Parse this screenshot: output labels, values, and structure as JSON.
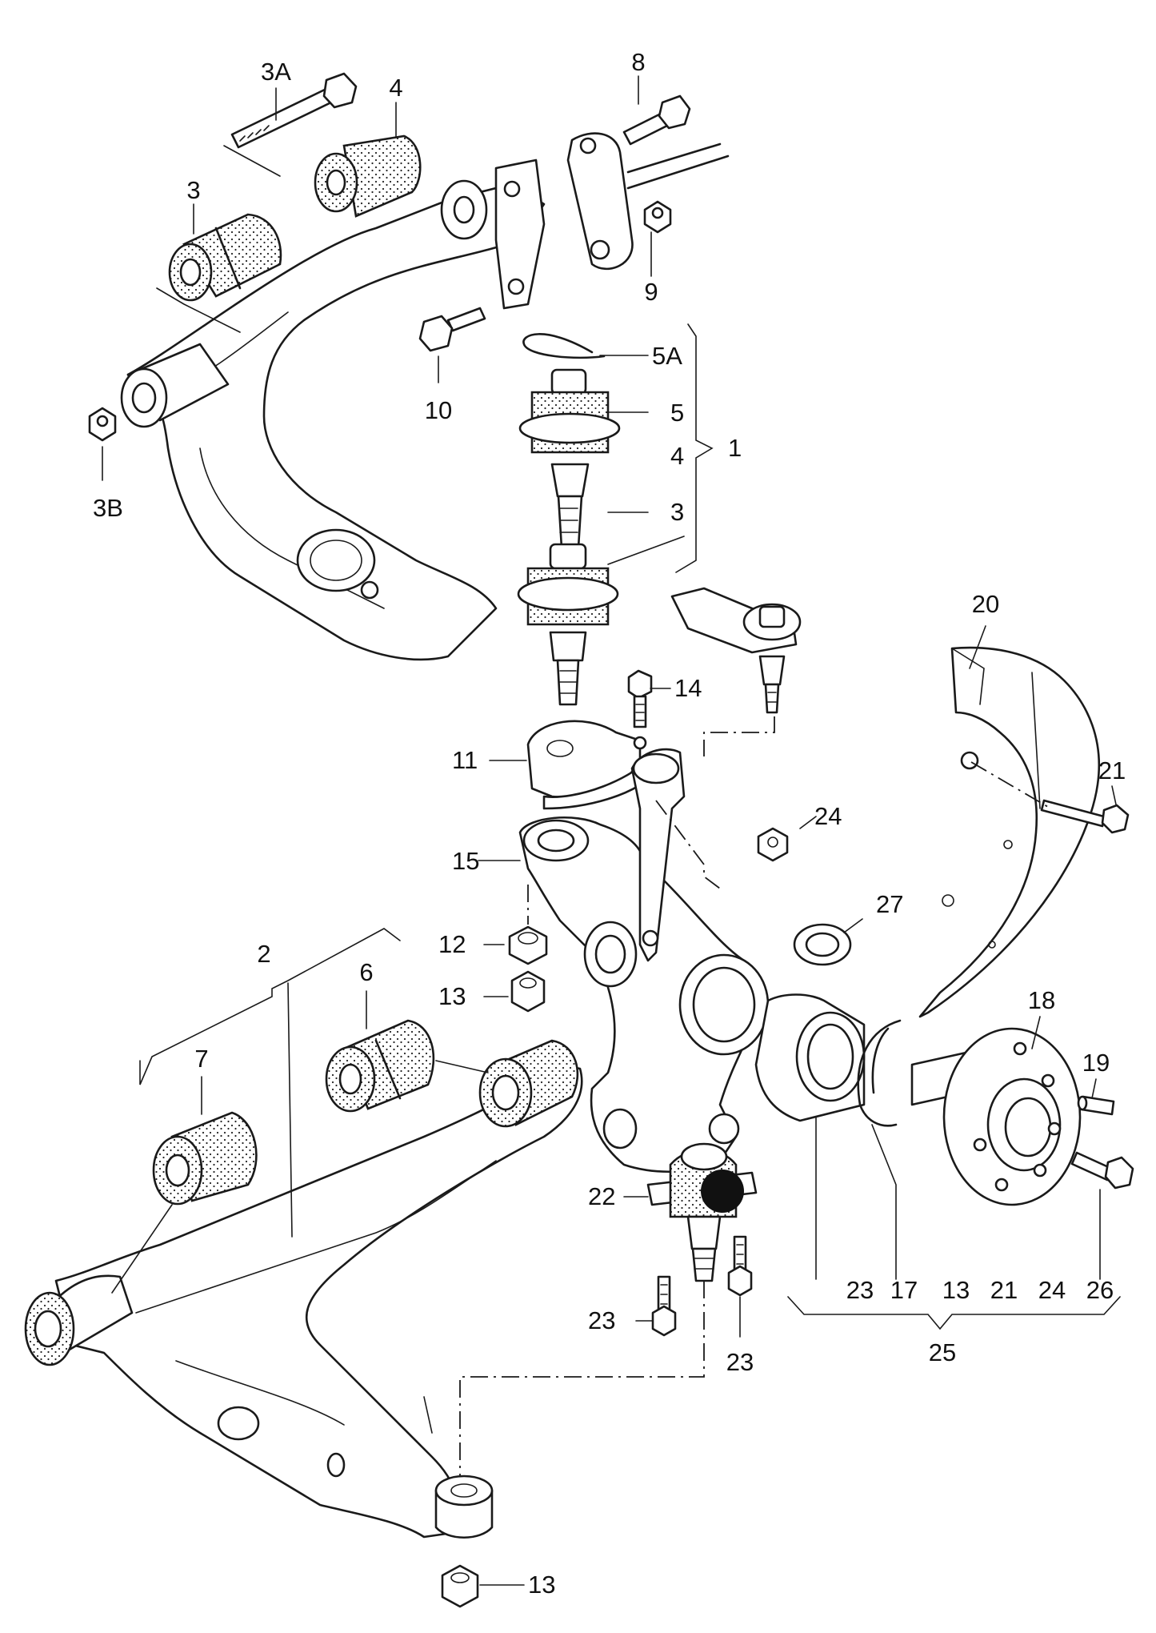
{
  "callouts": {
    "c3A": "3A",
    "c4_top": "4",
    "c3_top": "3",
    "c8": "8",
    "c9": "9",
    "c10": "10",
    "c3B": "3B",
    "c5A": "5A",
    "c5": "5",
    "c4_grp": "4",
    "c1": "1",
    "c3_grp": "3",
    "c14": "14",
    "c11": "11",
    "c20": "20",
    "c21_top": "21",
    "c24_top": "24",
    "c15": "15",
    "c27": "27",
    "c12": "12",
    "c13_mid": "13",
    "c2": "2",
    "c6": "6",
    "c7": "7",
    "c18": "18",
    "c19": "19",
    "c22": "22",
    "c23_left": "23",
    "c23_right": "23",
    "c13_bottom": "13",
    "c26_side": "26"
  },
  "kit_row": [
    "23",
    "17",
    "13",
    "21",
    "24",
    "26"
  ],
  "kit_label": "25",
  "icon_names": {
    "marker": "black-dot-icon"
  }
}
